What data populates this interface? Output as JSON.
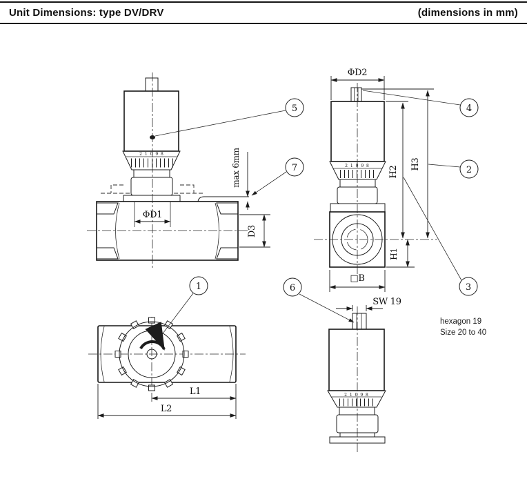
{
  "header": {
    "title": "Unit Dimensions: type DV/DRV",
    "note": "(dimensions in mm)"
  },
  "drawing": {
    "labels": {
      "d1": "ΦD1",
      "d2": "ΦD2",
      "d3": "D3",
      "h1": "H1",
      "h2": "H2",
      "h3": "H3",
      "b": "□B",
      "sw": "SW 19",
      "l1": "L1",
      "l2": "L2",
      "max6": "max 6mm",
      "dial": "2 1 0 9 8"
    },
    "balloons": {
      "1": "1",
      "2": "2",
      "3": "3",
      "4": "4",
      "5": "5",
      "6": "6",
      "7": "7"
    },
    "notes": {
      "hexagon": "hexagon 19",
      "size": "Size 20 to 40"
    },
    "colors": {
      "ink": "#1c1c1c",
      "paper": "#ffffff"
    }
  }
}
